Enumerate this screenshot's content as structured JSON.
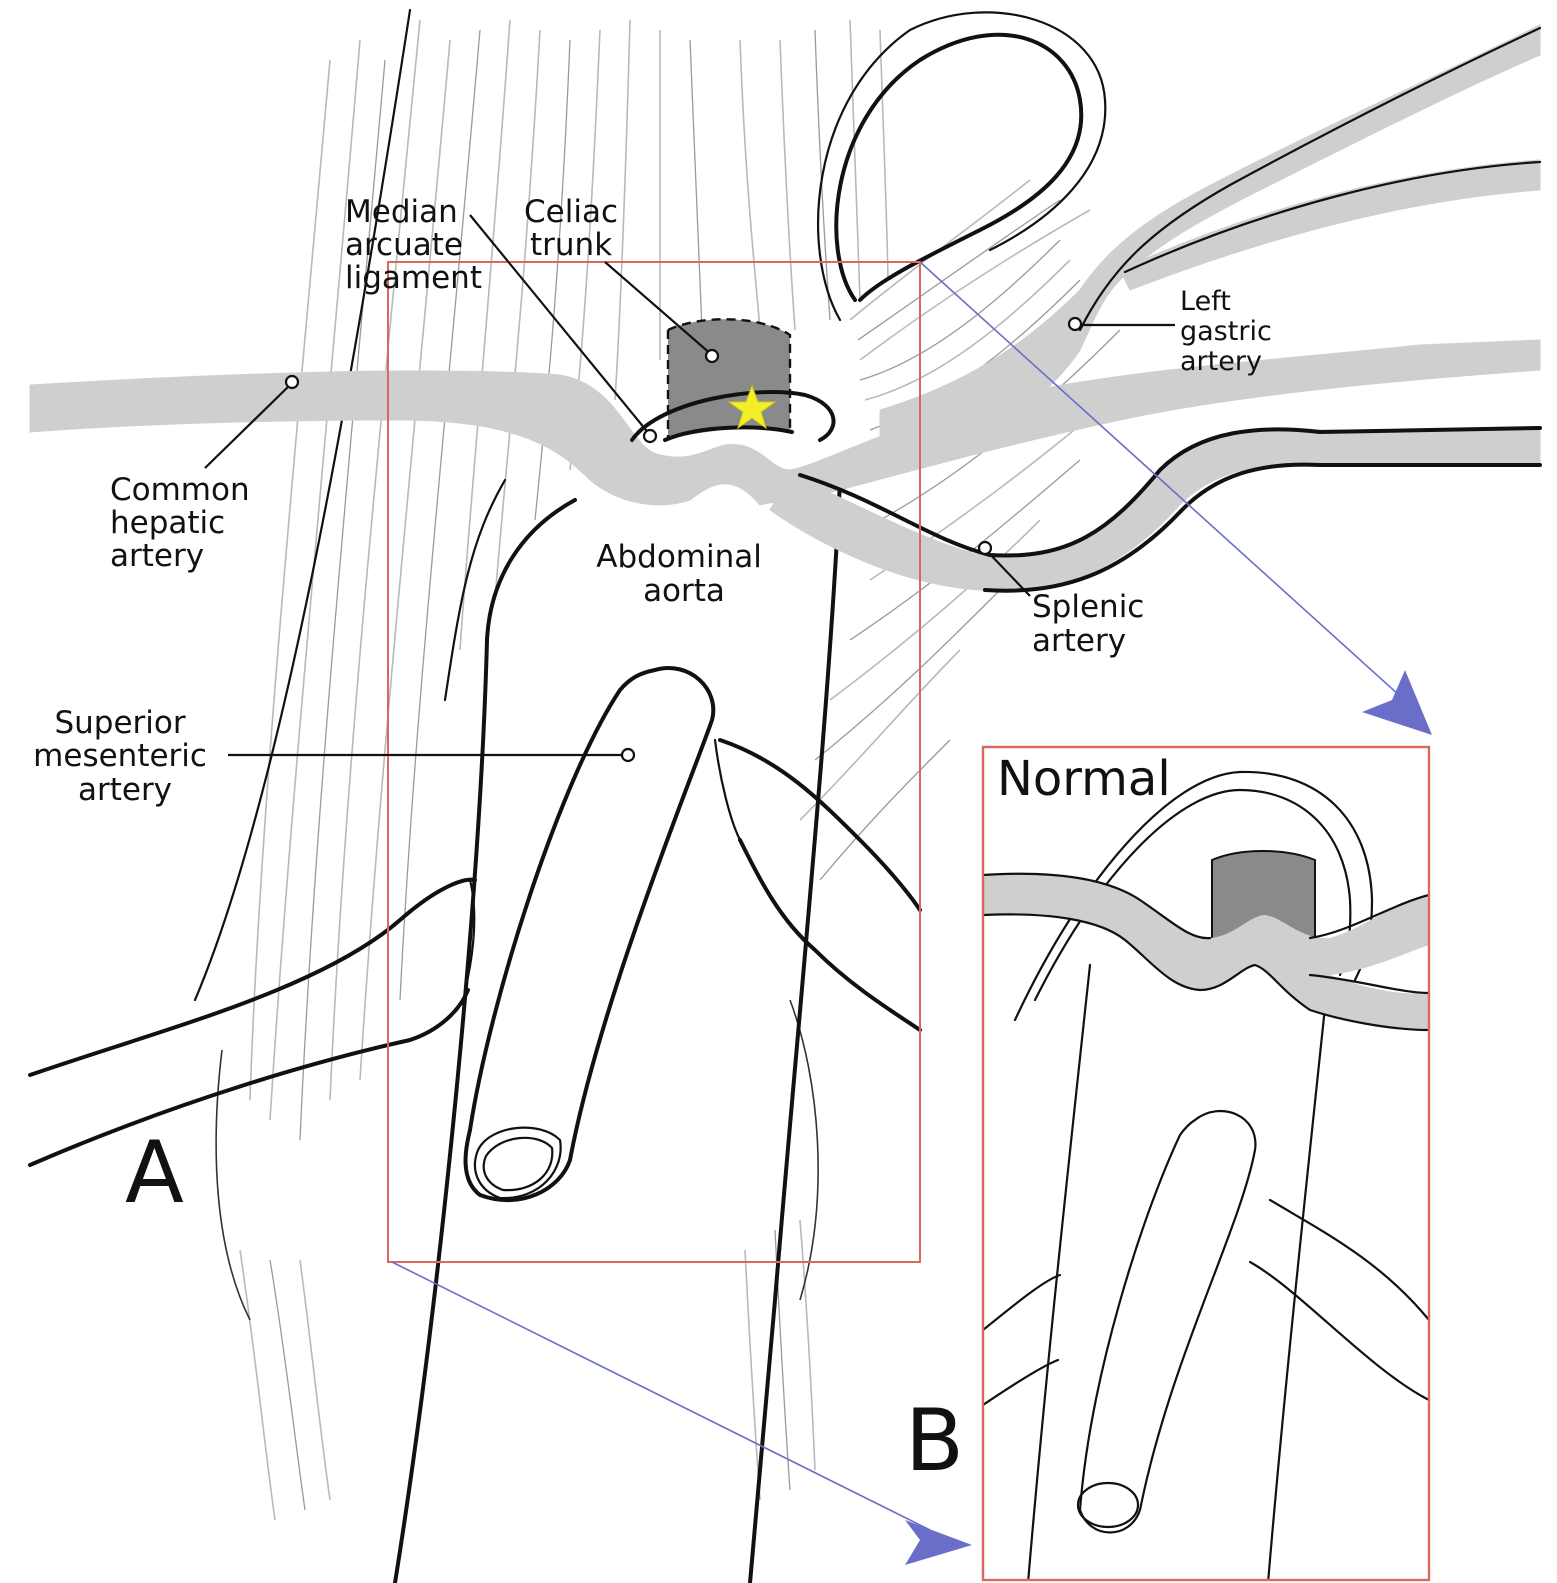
{
  "panel_a": {
    "letter": "A",
    "labels": {
      "median_arcuate_ligament": [
        "Median",
        "arcuate",
        "ligament"
      ],
      "celiac_trunk": [
        "Celiac",
        "trunk"
      ],
      "left_gastric_artery": [
        "Left",
        "gastric",
        "artery"
      ],
      "common_hepatic_artery": [
        "Common",
        "hepatic",
        "artery"
      ],
      "abdominal_aorta": [
        "Abdominal",
        "aorta"
      ],
      "splenic_artery": [
        "Splenic",
        "artery"
      ],
      "superior_mesenteric_artery": [
        "Superior",
        "mesenteric",
        "artery"
      ]
    }
  },
  "panel_b": {
    "letter": "B",
    "title": "Normal"
  },
  "colors": {
    "vessel_gray": "#cfcfcf",
    "celiac_trunk_dark": "#8a8a8a",
    "compression_star": "#f2ef2a",
    "zoom_box": "#d9695e",
    "zoom_arrow": "#6a6ec8"
  },
  "icons": {
    "compression_marker": "star-icon"
  }
}
